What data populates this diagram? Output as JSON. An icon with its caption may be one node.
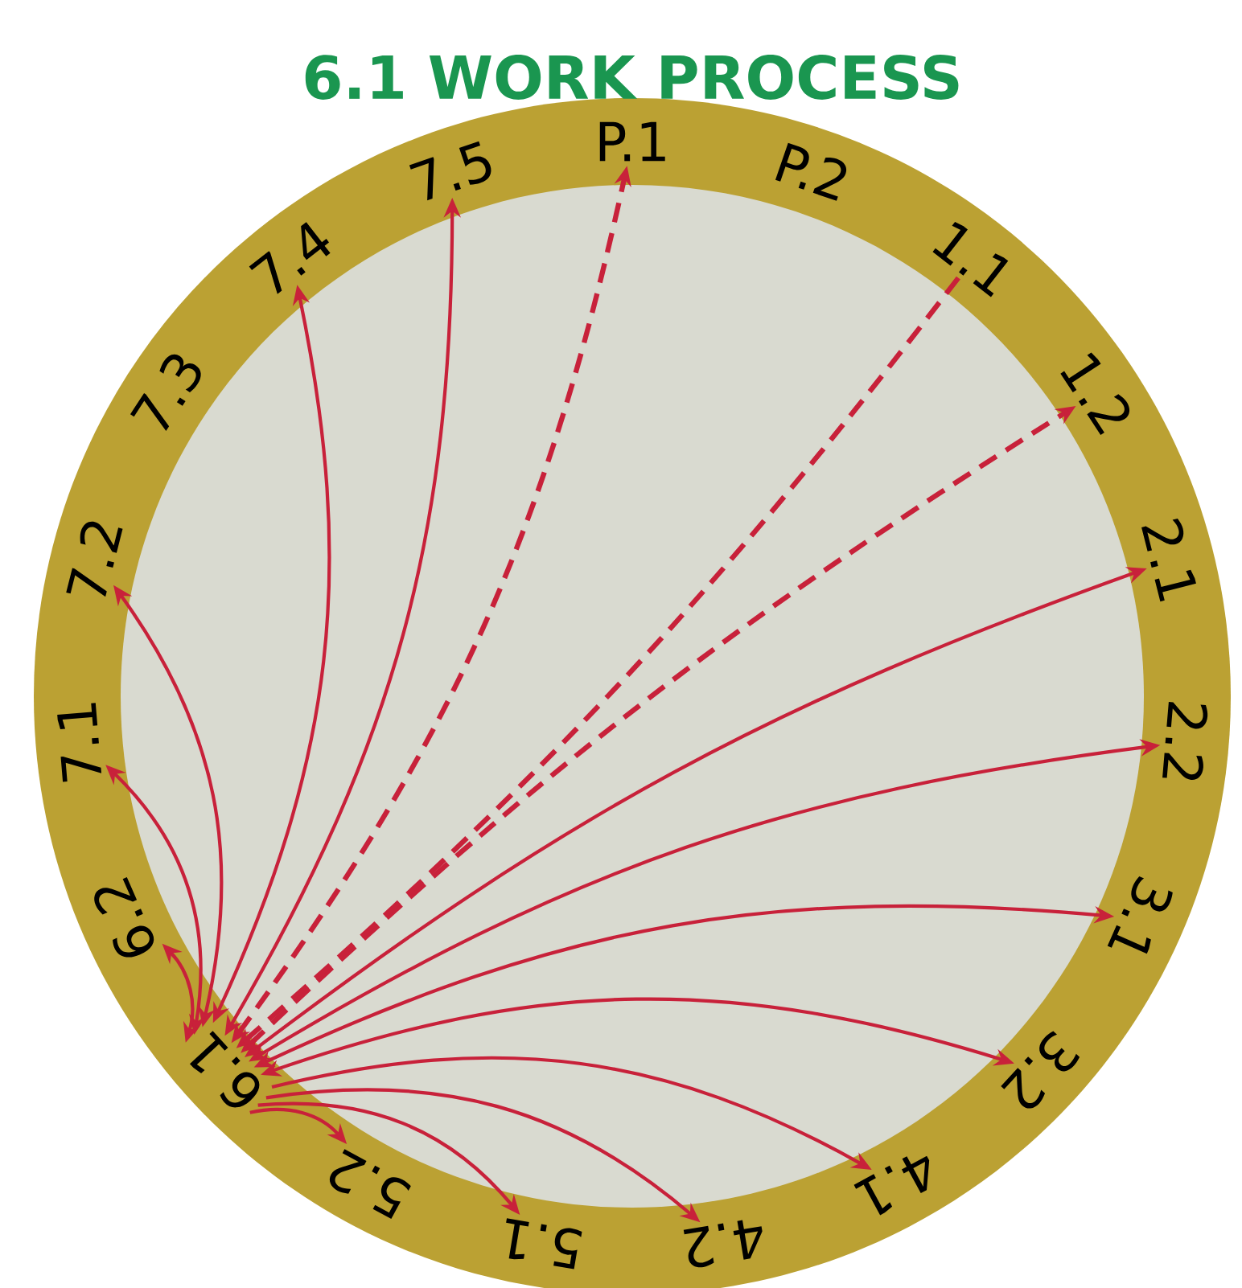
{
  "diagram": {
    "title": "6.1 WORK PROCESS",
    "nodes": [
      {
        "text": [
          "P.1"
        ]
      },
      {
        "text": [
          "P.2"
        ]
      },
      {
        "text": [
          "1.1"
        ]
      },
      {
        "text": [
          "1.2"
        ]
      },
      {
        "text": [
          "2.1"
        ]
      },
      {
        "text": [
          "2.2"
        ]
      },
      {
        "text": [
          "3.1"
        ]
      },
      {
        "text": [
          "3.2"
        ]
      },
      {
        "text": [
          "4.1"
        ]
      },
      {
        "text": [
          "4.2"
        ]
      },
      {
        "text": [
          "5.1"
        ]
      },
      {
        "text": [
          "5.2"
        ]
      },
      {
        "text": [
          "6.1"
        ]
      },
      {
        "text": [
          "6.2"
        ]
      },
      {
        "text": [
          "7.1"
        ]
      },
      {
        "text": [
          "7.2"
        ]
      },
      {
        "text": [
          "7.3"
        ]
      },
      {
        "text": [
          "7.4"
        ]
      },
      {
        "text": [
          "7.5"
        ]
      }
    ],
    "edges": [
      {
        "from": 12,
        "to": 11,
        "arrow": "to"
      },
      {
        "from": 12,
        "to": 10,
        "arrow": "to"
      },
      {
        "from": 12,
        "to": 9,
        "arrow": "to"
      },
      {
        "from": 12,
        "to": 8,
        "arrow": "to"
      },
      {
        "from": 12,
        "to": 7,
        "arrow": "both"
      },
      {
        "from": 12,
        "to": 6,
        "arrow": "both"
      },
      {
        "from": 12,
        "to": 5,
        "arrow": "both"
      },
      {
        "from": 12,
        "to": 4,
        "arrow": "both"
      },
      {
        "from": 12,
        "to": 3,
        "arrow": "both",
        "style": "dashed"
      },
      {
        "from": 2,
        "to": 12,
        "arrow": "to",
        "style": "dashed"
      },
      {
        "from": 12,
        "to": 0,
        "arrow": "both",
        "style": "dashed"
      },
      {
        "from": 12,
        "to": 18,
        "arrow": "both"
      },
      {
        "from": 12,
        "to": 17,
        "arrow": "both"
      },
      {
        "from": 12,
        "to": 15,
        "arrow": "both"
      },
      {
        "from": 12,
        "to": 14,
        "arrow": "both"
      },
      {
        "from": 12,
        "to": 13,
        "arrow": "both"
      }
    ]
  }
}
